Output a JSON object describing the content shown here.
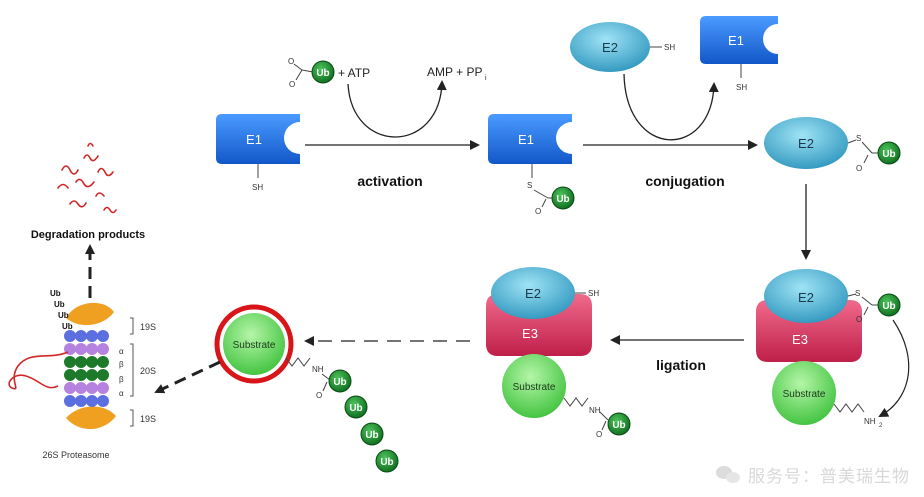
{
  "labels": {
    "e1": "E1",
    "e2": "E2",
    "e3": "E3",
    "ub": "Ub",
    "sh": "SH",
    "s": "S",
    "o": "O",
    "nh": "NH",
    "nh2": "NH",
    "nh2_sub": "2",
    "substrate": "Substrate",
    "atp_plus": "+ ATP",
    "amp_ppi": "AMP + PP",
    "ppi_sub": "i",
    "activation": "activation",
    "conjugation": "conjugation",
    "ligation": "ligation",
    "degradation_products": "Degradation products",
    "proteasome": "26S Proteasome",
    "nineteen_s": "19S",
    "twenty_s": "20S",
    "alpha": "α",
    "beta": "β"
  },
  "colors": {
    "e1": "#1f6fe0",
    "e2": "#56b8d6",
    "e3": "#d63a63",
    "ub": "#1f8a2e",
    "substrate": "#5fd35a",
    "highlight_ring": "#d8161a",
    "degradation": "#d12626"
  },
  "watermark": {
    "text": "服务号：普美瑞生物"
  }
}
